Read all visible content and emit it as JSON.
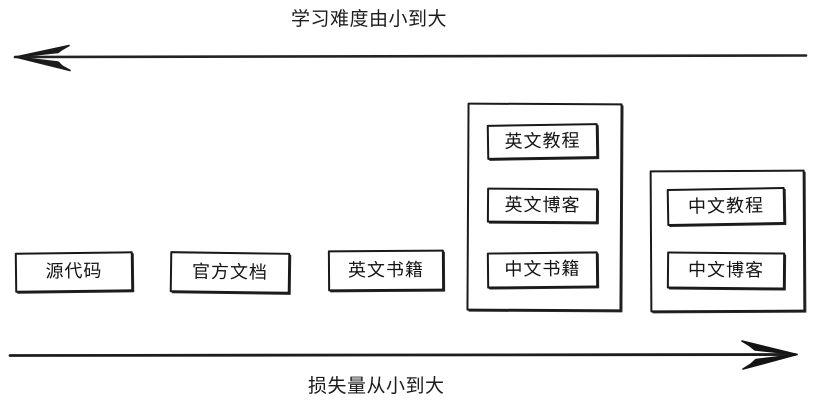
{
  "diagram": {
    "type": "hand-drawn-spectrum-diagram",
    "top_axis": {
      "label": "学习难度由小到大",
      "direction": "left",
      "arrow_icon": "arrow-left-icon"
    },
    "bottom_axis": {
      "label": "损失量从小到大",
      "direction": "right",
      "arrow_icon": "arrow-right-icon"
    },
    "nodes": [
      {
        "id": "source-code",
        "label": "源代码"
      },
      {
        "id": "official-docs",
        "label": "官方文档"
      },
      {
        "id": "english-books",
        "label": "英文书籍"
      },
      {
        "id": "english-tutorial",
        "label": "英文教程"
      },
      {
        "id": "english-blog",
        "label": "英文博客"
      },
      {
        "id": "chinese-books",
        "label": "中文书籍"
      },
      {
        "id": "chinese-tutorial",
        "label": "中文教程"
      },
      {
        "id": "chinese-blog",
        "label": "中文博客"
      }
    ],
    "groups": [
      {
        "id": "english-advanced",
        "members": [
          "english-tutorial",
          "english-blog",
          "chinese-books"
        ]
      },
      {
        "id": "chinese",
        "members": [
          "chinese-tutorial",
          "chinese-blog"
        ]
      }
    ],
    "colors": {
      "stroke": "#191919",
      "background": "#ffffff",
      "text": "#141414"
    }
  }
}
